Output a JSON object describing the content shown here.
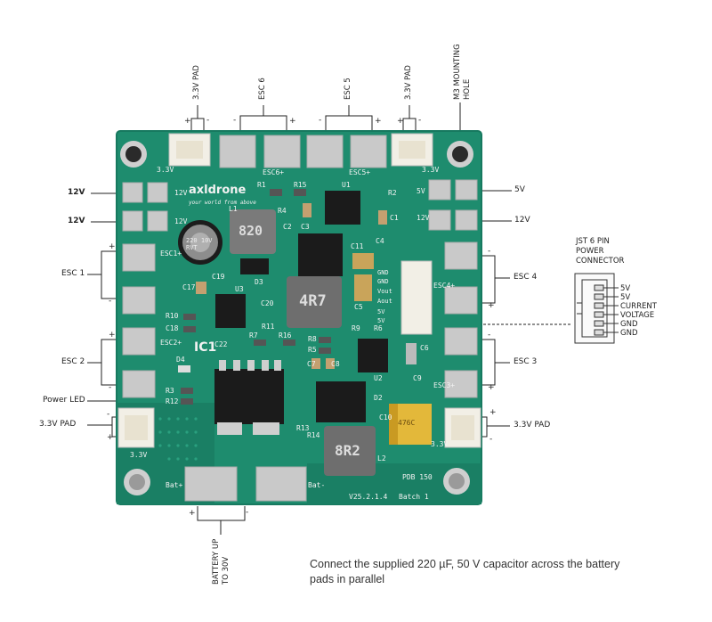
{
  "labels": {
    "pad_3v3_top_left": "3.3V PAD",
    "esc6": "ESC 6",
    "esc5": "ESC 5",
    "pad_3v3_top_right": "3.3V PAD",
    "m3_hole": "M3 MOUNTING HOLE",
    "left_12v_a": "12V",
    "left_12v_b": "12V",
    "esc1": "ESC 1",
    "esc2": "ESC 2",
    "power_led": "Power LED",
    "pad_3v3_left": "3.3V PAD",
    "right_5v": "5V",
    "right_12v": "12V",
    "esc4": "ESC 4",
    "esc3": "ESC 3",
    "pad_3v3_right": "3.3V PAD",
    "battery": "BATTERY UP TO 30V",
    "plus": "+",
    "minus": "-"
  },
  "jst": {
    "title": "JST 6 PIN POWER CONNECTOR",
    "pins": [
      "5V",
      "5V",
      "CURRENT",
      "VOLTAGE",
      "GND",
      "GND"
    ]
  },
  "caption": "Connect the supplied 220 µF, 50 V capacitor across the battery pads in parallel",
  "board": {
    "logo": "axldrone",
    "tagline": "your world from above",
    "version": "V25.2.1.4",
    "batch": "Batch 1",
    "model": "PDB 150",
    "ic_label": "IC1",
    "cap_text": "220 10V RVT",
    "inductor_top": "820",
    "inductor_mid": "4R7",
    "inductor_bot": "8R2",
    "tant_text": "476C",
    "silk_refs": [
      "R1",
      "R15",
      "U1",
      "R2",
      "R4",
      "C2",
      "C3",
      "C1",
      "C4",
      "C11",
      "C5",
      "C17",
      "C19",
      "U3",
      "D3",
      "C20",
      "R10",
      "C18",
      "R11",
      "C22",
      "R7",
      "R16",
      "R8",
      "R5",
      "R9",
      "R6",
      "C7",
      "C8",
      "U2",
      "C6",
      "C9",
      "D4",
      "R3",
      "R12",
      "D2",
      "C10",
      "R13",
      "R14",
      "L2",
      "L1"
    ],
    "silk_pins": [
      "GND",
      "GND",
      "Vout",
      "Aout",
      "5V",
      "5V"
    ],
    "silk_esc": [
      "ESC6+",
      "ESC5+",
      "ESC1+",
      "ESC2+",
      "ESC4+",
      "ESC3+",
      "Bat+",
      "Bat-",
      "3.3V",
      "3.3V",
      "3.3V",
      "3.3V",
      "5V",
      "12V",
      "12V",
      "12V"
    ]
  },
  "colors": {
    "pcb": "#1e8c6e",
    "pcb_edge": "#17795f",
    "pad": "#c9c9c9",
    "chip": "#1b1b1b",
    "silk": "#f2f2f2"
  }
}
